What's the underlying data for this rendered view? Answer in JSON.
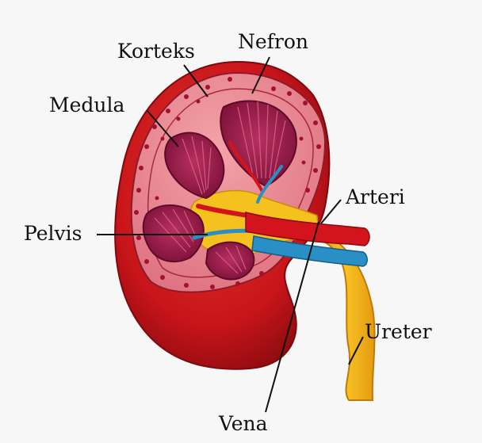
{
  "labels": {
    "korteks": "Korteks",
    "nefron": "Nefron",
    "medula": "Medula",
    "arteri": "Arteri",
    "pelvis": "Pelvis",
    "ureter": "Ureter",
    "vena": "Vena"
  },
  "colors": {
    "background": "#f7f7f7",
    "kidney_red": "#c8141a",
    "cortex_pink": "#e9848e",
    "medulla_purple": "#9c1f4d",
    "pelvis_yellow": "#f5c11f",
    "artery": "#d4141c",
    "vein": "#2a8fc4",
    "label_text": "#111111"
  }
}
